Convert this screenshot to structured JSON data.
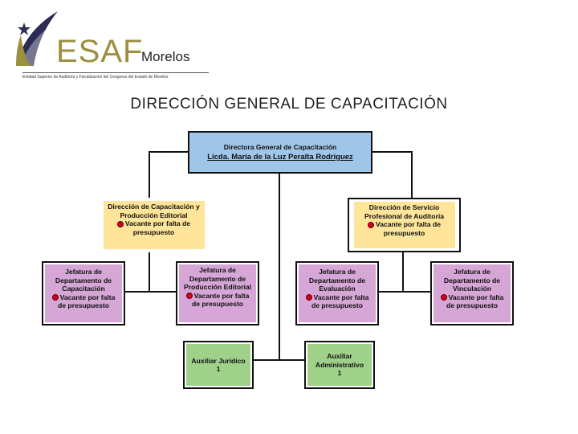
{
  "header": {
    "logo_word": "ESAF",
    "logo_city": "Morelos",
    "logo_subtitle": "Entidad Superior de Auditoría y Fiscalización del Congreso del Estado de Morelos",
    "page_title": "DIRECCIÓN GENERAL DE CAPACITACIÓN"
  },
  "colors": {
    "director": "#9fc5e8",
    "direccion": "#ffe599",
    "jefatura": "#d5a6d6",
    "auxiliar": "#9fd18a",
    "vacant_dot": "#d2001f"
  },
  "vacant_text": "Vacante por falta de presupuesto",
  "director": {
    "role": "Directora General de Capacitación",
    "name": "Licda. María de la Luz Peralta Rodríguez"
  },
  "direcciones": [
    {
      "title": "Dirección de Capacitación y Producción Editorial",
      "status": "Vacante por falta de presupuesto"
    },
    {
      "title": "Dirección de Servicio Profesional de Auditoría",
      "status": "Vacante por falta de presupuesto"
    }
  ],
  "jefaturas": [
    {
      "title": "Jefatura de Departamento de Capacitación",
      "status": "Vacante por falta de presupuesto"
    },
    {
      "title": "Jefatura de Departamento de Producción Editorial",
      "status": "Vacante por falta de presupuesto"
    },
    {
      "title": "Jefatura de Departamento de Evaluación",
      "status": "Vacante por falta de presupuesto"
    },
    {
      "title": "Jefatura de Departamento de Vinculación",
      "status": "Vacante por falta de presupuesto"
    }
  ],
  "auxiliares": [
    {
      "title": "Auxiliar Jurídico",
      "count": "1"
    },
    {
      "title": "Auxiliar Administrativo",
      "count": "1"
    }
  ]
}
